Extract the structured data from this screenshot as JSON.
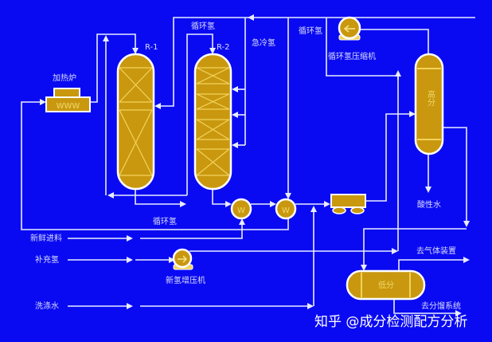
{
  "diagram": {
    "heater": "加热炉",
    "reactor1": "R-1",
    "reactor2": "R-2",
    "recycle_h2_top": "循环氢",
    "quench_h2": "急冷氢",
    "recycle_h2_compressor_side": "循环氢",
    "recycle_compressor": "循环氢压缩机",
    "hp_separator": "高分",
    "sour_water": "酸性水",
    "recycle_h2_bottom": "循环氢",
    "fresh_feed": "新鲜进料",
    "makeup_h2": "补充氢",
    "makeup_compressor": "新氢增压机",
    "wash_water": "洗涤水",
    "to_gas_unit": "去气体装置",
    "lp_separator": "低分",
    "to_fractionation": "去分馏系统",
    "exchanger_symbol": "W",
    "heater_coil": "WWW"
  },
  "watermark": "知乎 @成分检测配方分析",
  "colors": {
    "background": "#0a0af2",
    "vessel": "#c9980f",
    "line": "#e8ecff"
  }
}
